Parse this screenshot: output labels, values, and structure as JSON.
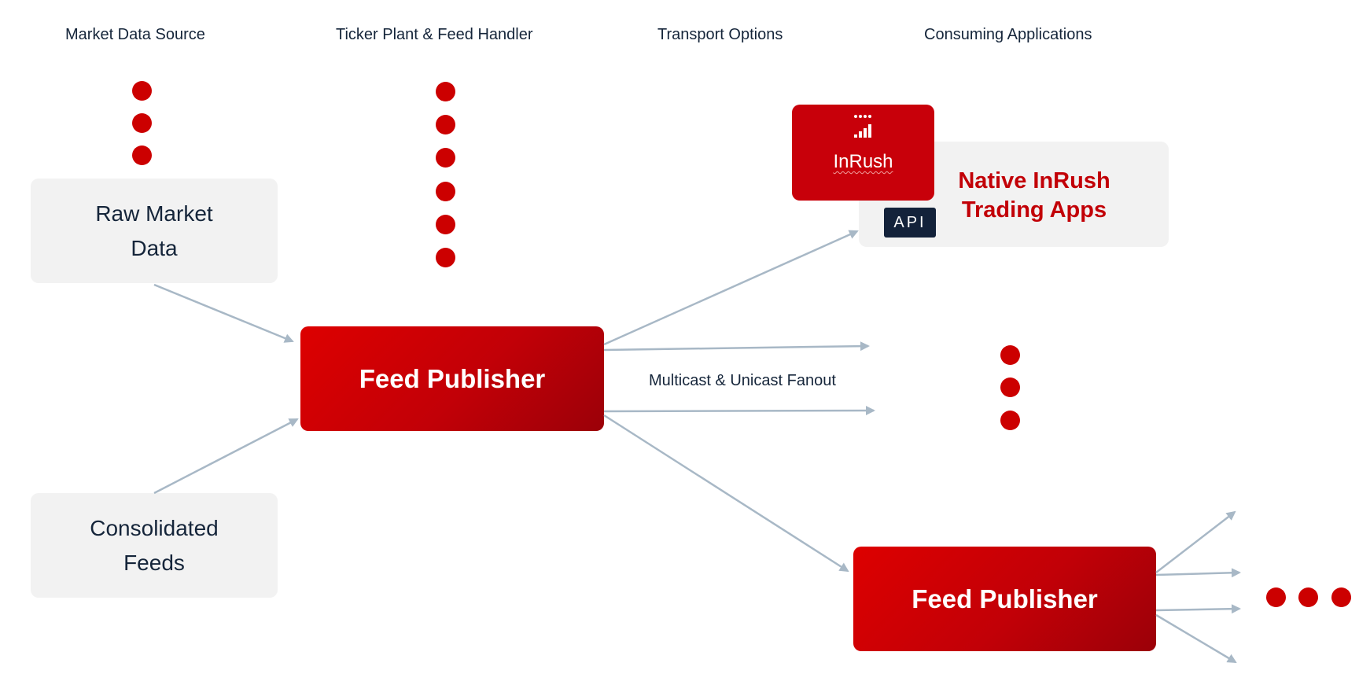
{
  "headers": {
    "source": "Market Data Source",
    "ticker": "Ticker Plant & Feed Handler",
    "transport": "Transport Options",
    "consuming": "Consuming Applications"
  },
  "sources": {
    "raw_line1": "Raw Market",
    "raw_line2": "Data",
    "consolidated_line1": "Consolidated",
    "consolidated_line2": "Feeds"
  },
  "publishers": {
    "main": "Feed Publisher",
    "secondary": "Feed Publisher"
  },
  "transport": {
    "fanout_label": "Multicast & Unicast Fanout"
  },
  "apps": {
    "inrush_label": "InRush",
    "api_label": "API",
    "native_line1": "Native InRush",
    "native_line2": "Trading Apps"
  },
  "icons": {
    "inrush_logo": "signal-bars-icon",
    "arrow": "arrow-icon",
    "ellipsis": "ellipsis-dot-icon"
  },
  "colors": {
    "brand_red": "#c8000a",
    "brand_red_dark": "#9b0008",
    "arrow_gray": "#a8b8c6",
    "box_gray": "#f2f2f2",
    "text_navy": "#15253a",
    "api_navy": "#13223a"
  }
}
